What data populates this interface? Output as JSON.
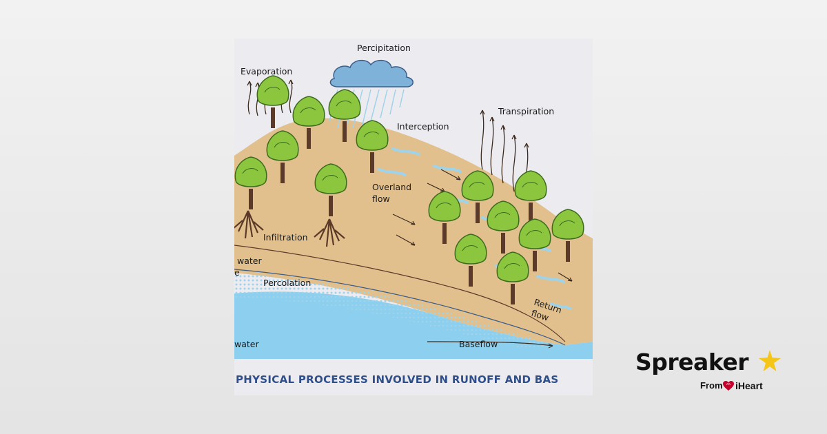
{
  "diagram": {
    "labels": {
      "precipitation": "Percipitation",
      "evaporation": "Evaporation",
      "transpiration": "Transpiration",
      "interception": "Interception",
      "overland_flow_1": "Overland",
      "overland_flow_2": "flow",
      "infiltration": "Infiltration",
      "soil_water": "water",
      "water_table": "e",
      "percolation": "Percolation",
      "return_flow_1": "Return",
      "return_flow_2": "flow",
      "groundwater": "water",
      "baseflow": "Baseflow"
    },
    "caption": "PHYSICAL PROCESSES INVOLVED IN RUNOFF AND BAS"
  },
  "brand": {
    "name": "Spreaker",
    "from": "From",
    "parent": "iHeart",
    "star_color": "#f5c518",
    "heart_color": "#c6002b"
  },
  "colors": {
    "sky": "#ecebf0",
    "soil": "#e2c08d",
    "water": "#8ccfee",
    "tree_foliage": "#8cc63f",
    "tree_trunk": "#5b3a29",
    "caption": "#2f4f8a"
  }
}
